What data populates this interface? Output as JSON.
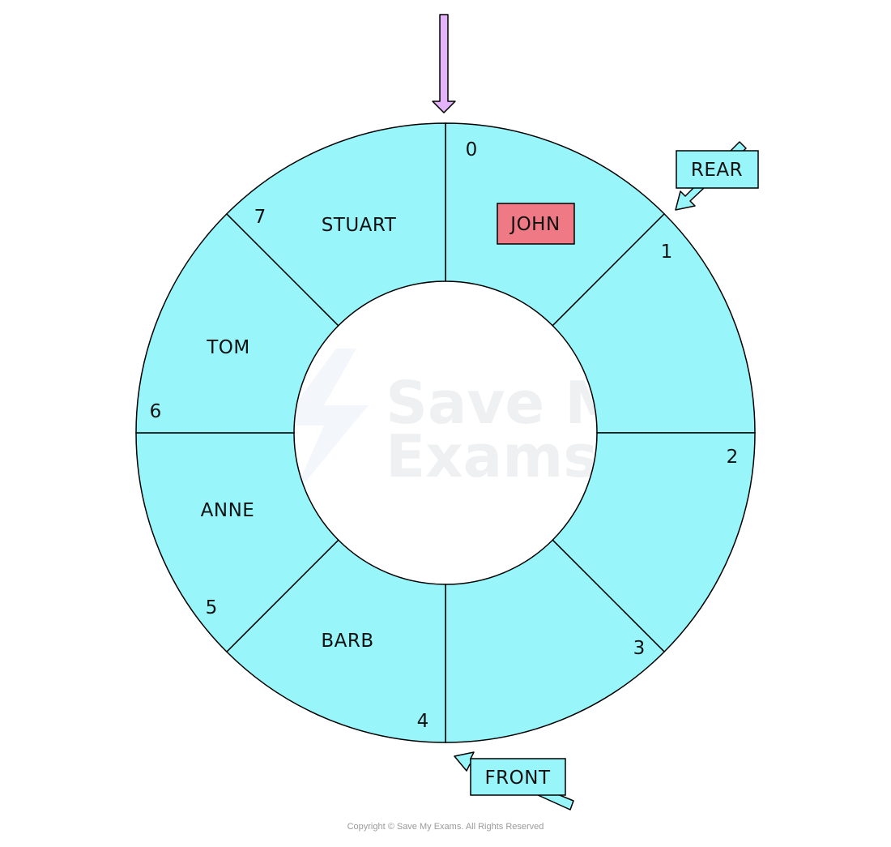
{
  "colors": {
    "segment_fill": "#98F6FB",
    "highlight_fill": "#EF7A85",
    "stroke": "#000000",
    "pointer_arrow_fill": "#E4B3FA",
    "pointer_box_fill": "#98F6FB"
  },
  "queue": {
    "segments": [
      {
        "index": "0",
        "value": "JOHN",
        "highlight": true
      },
      {
        "index": "1",
        "value": "",
        "highlight": false
      },
      {
        "index": "2",
        "value": "",
        "highlight": false
      },
      {
        "index": "3",
        "value": "",
        "highlight": false
      },
      {
        "index": "4",
        "value": "BARB",
        "highlight": false
      },
      {
        "index": "5",
        "value": "ANNE",
        "highlight": false
      },
      {
        "index": "6",
        "value": "TOM",
        "highlight": false
      },
      {
        "index": "7",
        "value": "STUART",
        "highlight": false
      }
    ]
  },
  "pointers": {
    "rear": "REAR",
    "front": "FRONT"
  },
  "watermark": {
    "line1": "Save My",
    "line2": "Exams"
  },
  "footer": {
    "copyright": "Copyright © Save My Exams. All Rights Reserved"
  }
}
